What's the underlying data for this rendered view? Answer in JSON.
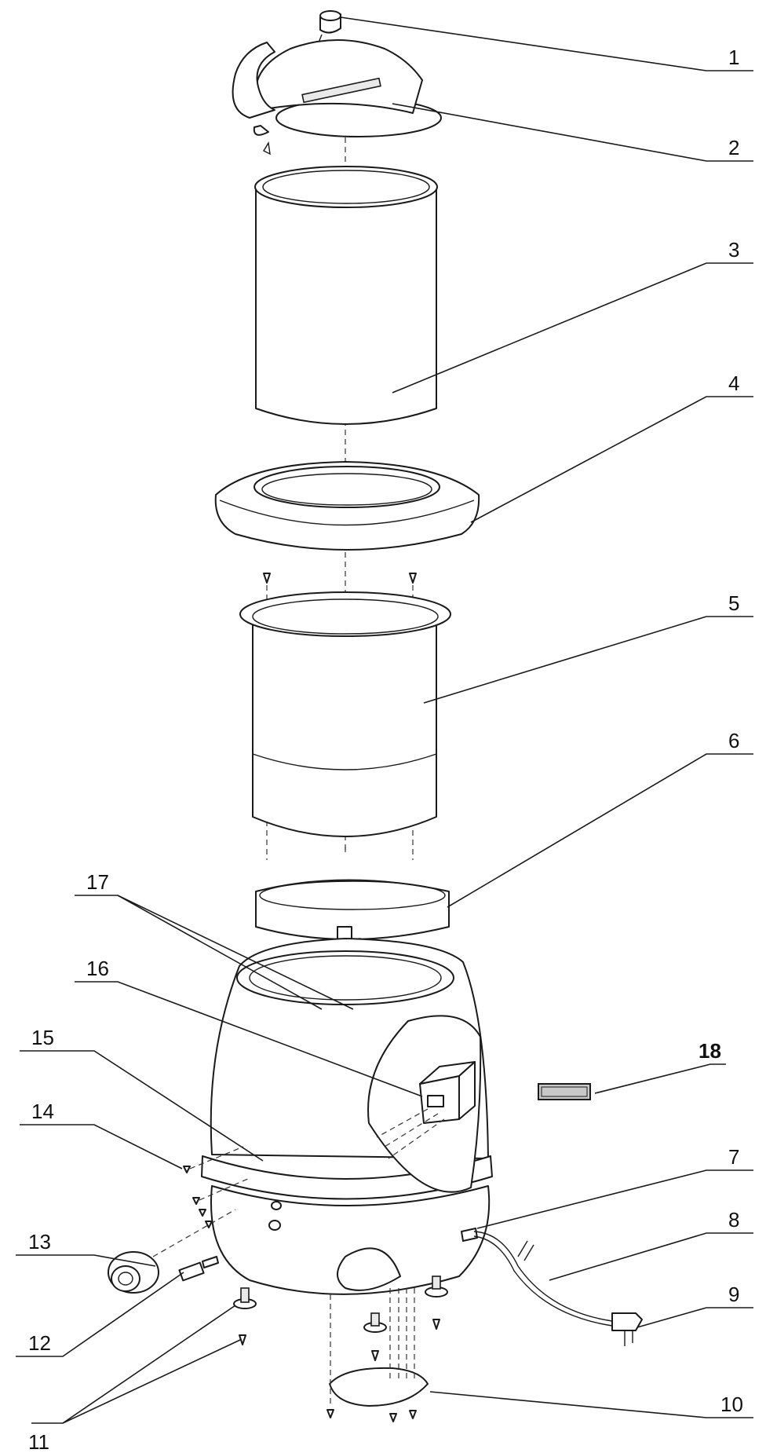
{
  "callouts": [
    {
      "id": "1",
      "label": "1"
    },
    {
      "id": "2",
      "label": "2"
    },
    {
      "id": "3",
      "label": "3"
    },
    {
      "id": "4",
      "label": "4"
    },
    {
      "id": "5",
      "label": "5"
    },
    {
      "id": "6",
      "label": "6"
    },
    {
      "id": "7",
      "label": "7"
    },
    {
      "id": "8",
      "label": "8"
    },
    {
      "id": "9",
      "label": "9"
    },
    {
      "id": "10",
      "label": "10"
    },
    {
      "id": "11",
      "label": "11"
    },
    {
      "id": "12",
      "label": "12"
    },
    {
      "id": "13",
      "label": "13"
    },
    {
      "id": "14",
      "label": "14"
    },
    {
      "id": "15",
      "label": "15"
    },
    {
      "id": "16",
      "label": "16"
    },
    {
      "id": "17",
      "label": "17"
    },
    {
      "id": "18",
      "label": "18",
      "bold": true
    }
  ],
  "colors": {
    "line": "#1a1a1a",
    "background": "#ffffff",
    "label_18_fill": "#c8c8c8"
  }
}
